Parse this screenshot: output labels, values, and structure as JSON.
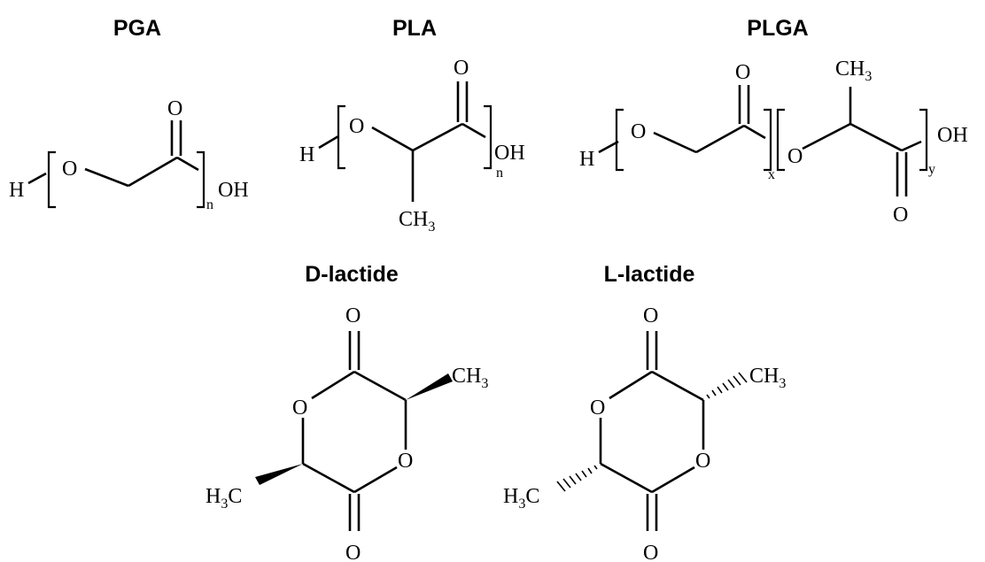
{
  "structures": {
    "pga": {
      "title": "PGA",
      "h": "H",
      "o": "O",
      "carbonyl_o": "O",
      "repeat": "n",
      "oh": "OH"
    },
    "pla": {
      "title": "PLA",
      "h": "H",
      "o": "O",
      "carbonyl_o": "O",
      "repeat": "n",
      "oh": "OH",
      "ch3": "CH",
      "ch3_sub": "3"
    },
    "plga": {
      "title": "PLGA",
      "h": "H",
      "o1": "O",
      "carbonyl_o1": "O",
      "repeat_x": "x",
      "o2": "O",
      "ch3": "CH",
      "ch3_sub": "3",
      "carbonyl_o2": "O",
      "repeat_y": "y",
      "oh": "OH"
    },
    "d_lactide": {
      "title": "D-lactide",
      "o_top": "O",
      "o_ring_left": "O",
      "ch3": "CH",
      "ch3_sub": "3",
      "o_ring_right": "O",
      "h3c": "H",
      "h3c_sub": "3",
      "h3c_c": "C",
      "o_bottom": "O"
    },
    "l_lactide": {
      "title": "L-lactide",
      "o_top": "O",
      "o_ring_left": "O",
      "ch3": "CH",
      "ch3_sub": "3",
      "o_ring_right": "O",
      "h3c": "H",
      "h3c_sub": "3",
      "h3c_c": "C",
      "o_bottom": "O"
    }
  },
  "colors": {
    "ink": "#000000",
    "background": "#ffffff"
  }
}
